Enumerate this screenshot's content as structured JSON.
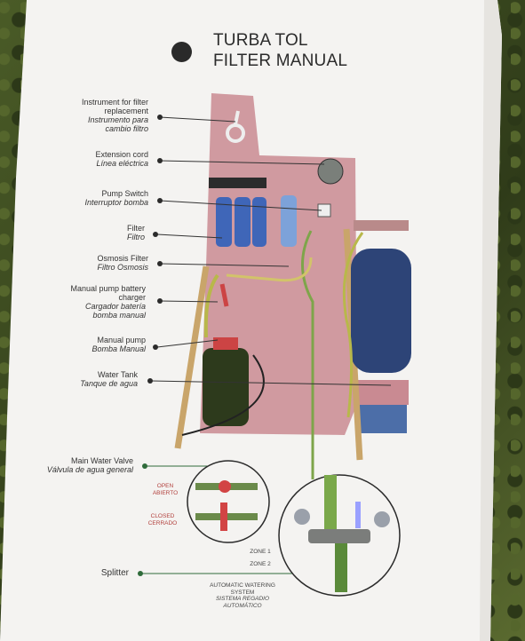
{
  "title": {
    "line1": "TURBA TOL",
    "line2": "FILTER MANUAL"
  },
  "labels": [
    {
      "en": "Instrument for filter replacement",
      "es": "Instrumento para cambio filtro"
    },
    {
      "en": "Extension cord",
      "es": "Línea eléctrica"
    },
    {
      "en": "Pump Switch",
      "es": "Interruptor bomba"
    },
    {
      "en": "Filter",
      "es": "Filtro"
    },
    {
      "en": "Osmosis Filter",
      "es": "Filtro Osmosis"
    },
    {
      "en": "Manual pump battery charger",
      "es": "Cargador batería bomba manual"
    },
    {
      "en": "Manual pump",
      "es": "Bomba Manual"
    },
    {
      "en": "Water Tank",
      "es": "Tanque de agua"
    },
    {
      "en": "Main Water Valve",
      "es": "Válvula de agua general"
    },
    {
      "en": "Splitter",
      "es": ""
    }
  ],
  "valve_states": {
    "open_en": "OPEN",
    "open_es": "ABIERTO",
    "closed_en": "CLOSED",
    "closed_es": "CERRADO"
  },
  "splitter_zones": {
    "zone1": "ZONE 1",
    "zone2": "ZONE 2",
    "auto_en": "AUTOMATIC WATERING SYSTEM",
    "auto_es": "SISTEMA REGADIO AUTOMÁTICO"
  },
  "colors": {
    "paper": "#f4f3f1",
    "drawing_red": "#c98a92",
    "tank_blue": "#2d4477",
    "filter_blue": "#3f66b8",
    "leader_green": "#2f6b3a"
  }
}
